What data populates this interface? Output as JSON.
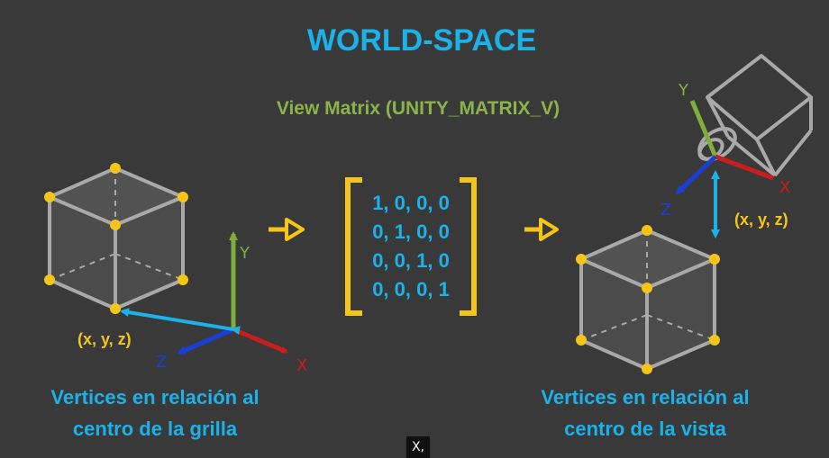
{
  "diagram": {
    "title": "WORLD-SPACE",
    "subtitle": "View Matrix (UNITY_MATRIX_V)",
    "matrix_rows": [
      "1, 0, 0, 0",
      "0, 1, 0, 0",
      "0, 0, 1, 0",
      "0, 0, 0, 1"
    ],
    "left": {
      "caption_line1": "Vertices en relación al",
      "caption_line2": "centro de la grilla",
      "coords": "(x, y, z)",
      "axis_x": "X",
      "axis_y": "Y",
      "axis_z": "Z"
    },
    "right": {
      "caption_line1": "Vertices en relación al",
      "caption_line2": "centro de la vista",
      "coords": "(x, y, z)",
      "axis_x": "X",
      "axis_y": "Y",
      "axis_z": "Z"
    }
  },
  "tooltip": {
    "text": "X,"
  },
  "colors": {
    "background": "#393939",
    "title": "#1ab2e8",
    "subtitle": "#8ab44a",
    "yellow": "#f5c518",
    "cube_edge": "#a9a9a9",
    "axis_x": "#c81e1e",
    "axis_y": "#7fae3c",
    "axis_z": "#1a3fd6",
    "arrow_cyan": "#1ab2e8"
  }
}
